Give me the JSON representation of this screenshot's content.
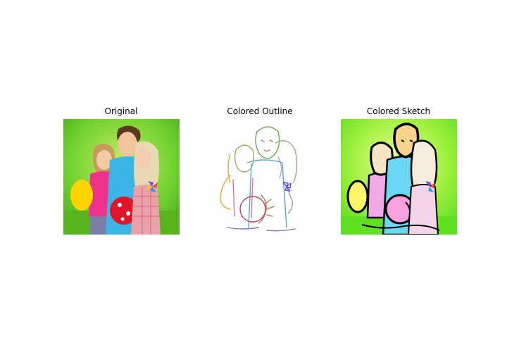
{
  "panels": [
    {
      "title": "Original"
    },
    {
      "title": "Colored Outline"
    },
    {
      "title": "Colored Sketch"
    }
  ]
}
